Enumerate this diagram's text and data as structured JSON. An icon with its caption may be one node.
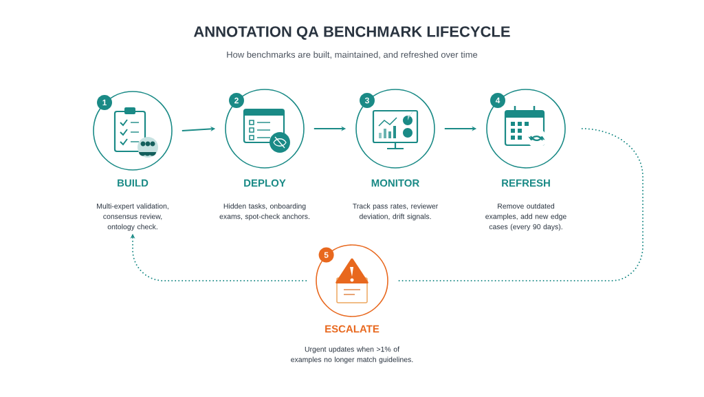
{
  "diagram": {
    "title": "ANNOTATION QA BENCHMARK LIFECYCLE",
    "caption": "How benchmarks are built, maintained, and refreshed over time",
    "nodes": [
      {
        "text": [
          "1",
          "BUILD",
          "Multi-expert validation, consensus review, ontology check."
        ]
      },
      {
        "text": [
          "2",
          "DEPLOY",
          "Hidden tasks, onboarding exams, spot-check anchors."
        ]
      },
      {
        "text": [
          "3",
          "MONITOR",
          "Track pass rates, reviewer deviation, drift signals."
        ]
      },
      {
        "text": [
          "4",
          "REFRESH",
          "Remove outdated examples, add new edge cases (every 90 days)."
        ]
      },
      {
        "text": [
          "5",
          "ESCALATE",
          "Urgent updates when >1% of examples no longer match guidelines."
        ]
      }
    ],
    "edges": [
      {
        "from": 0,
        "to": 1,
        "arrow": "to"
      },
      {
        "from": 1,
        "to": 2,
        "arrow": "to"
      },
      {
        "from": 2,
        "to": 3,
        "arrow": "to"
      },
      {
        "from": 3,
        "to": 4,
        "arrow": "none",
        "style": "dashed"
      },
      {
        "from": 4,
        "to": 0,
        "arrow": "to",
        "style": "dashed"
      }
    ]
  }
}
